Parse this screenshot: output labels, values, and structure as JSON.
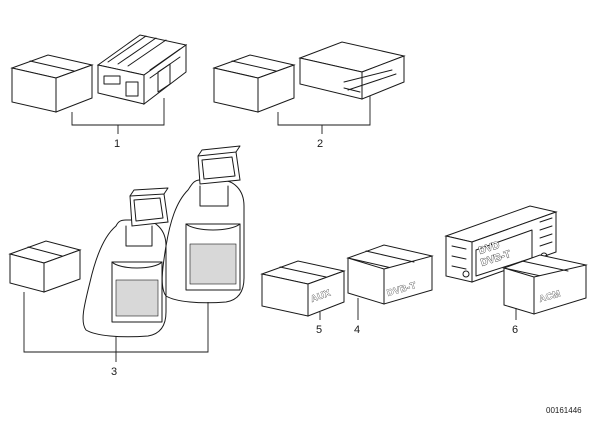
{
  "callouts": {
    "part_1": "1",
    "part_2": "2",
    "part_3": "3",
    "part_4": "4",
    "part_5": "5",
    "part_6": "6"
  },
  "box_labels": {
    "aux": "AUX",
    "dvbt": "DVB-T",
    "acm": "ACM"
  },
  "screen_labels": {
    "line1": "DVD",
    "line2": "DVB-T"
  },
  "document_id": "00161446"
}
